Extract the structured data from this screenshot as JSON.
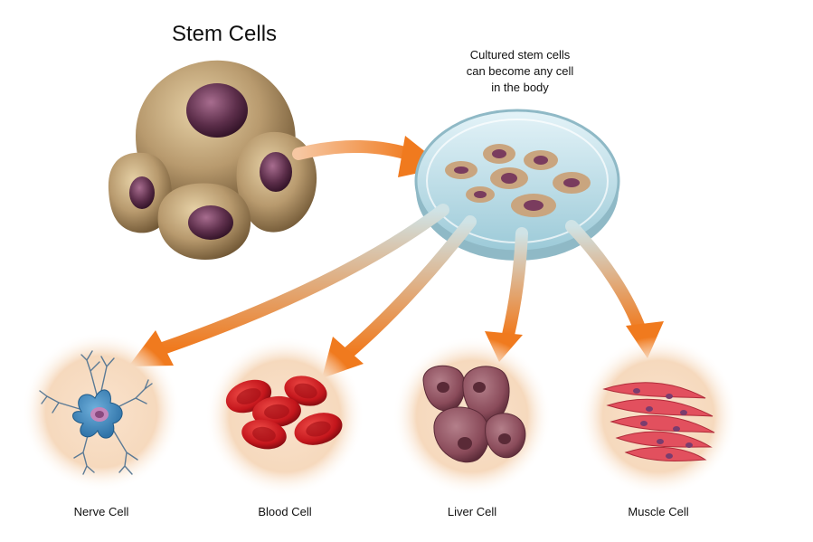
{
  "title": "Stem Cells",
  "dish": {
    "caption_lines": [
      "Cultured stem cells",
      "can become any cell",
      "in the body"
    ]
  },
  "cell_types": [
    {
      "label": "Nerve Cell",
      "icon": "nerve-cell-icon"
    },
    {
      "label": "Blood Cell",
      "icon": "blood-cell-icon"
    },
    {
      "label": "Liver Cell",
      "icon": "liver-cell-icon"
    },
    {
      "label": "Muscle Cell",
      "icon": "muscle-cell-icon"
    }
  ],
  "colors": {
    "arrow": "#f07a1e",
    "stem_cell": "#b89a6e",
    "nucleus": "#5c2e4a",
    "dish": "#bfe0ea",
    "circle_bg": "#f6d9bd",
    "nerve": "#2f73a8",
    "blood": "#c4161c",
    "liver": "#8a4b5a",
    "muscle": "#e2505e"
  }
}
